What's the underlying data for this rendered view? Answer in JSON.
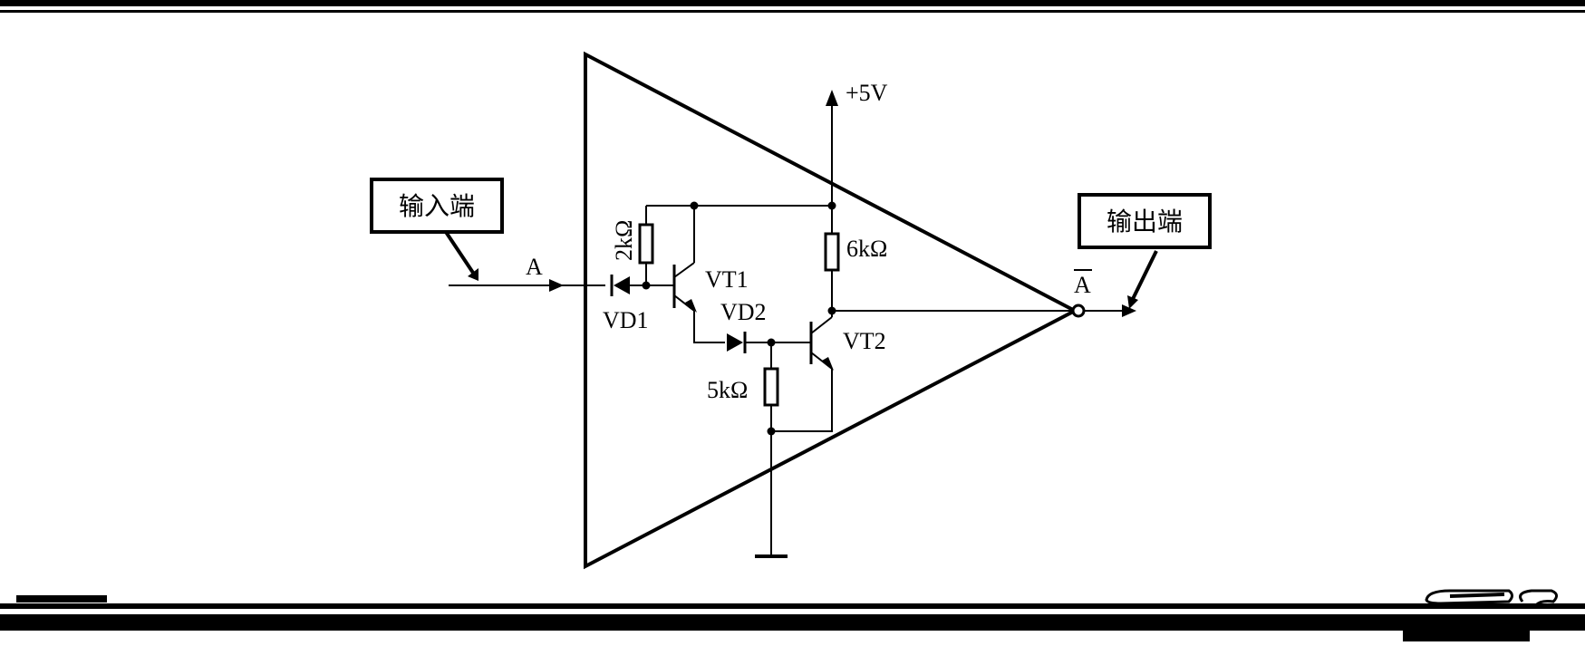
{
  "diagram": {
    "boxes": {
      "input": "输入端",
      "output": "输出端"
    },
    "labels": {
      "input_signal": "A",
      "output_signal": "A",
      "supply": "+5V",
      "r1": "2kΩ",
      "r2": "6kΩ",
      "r3": "5kΩ",
      "vd1": "VD1",
      "vd2": "VD2",
      "vt1": "VT1",
      "vt2": "VT2"
    }
  }
}
